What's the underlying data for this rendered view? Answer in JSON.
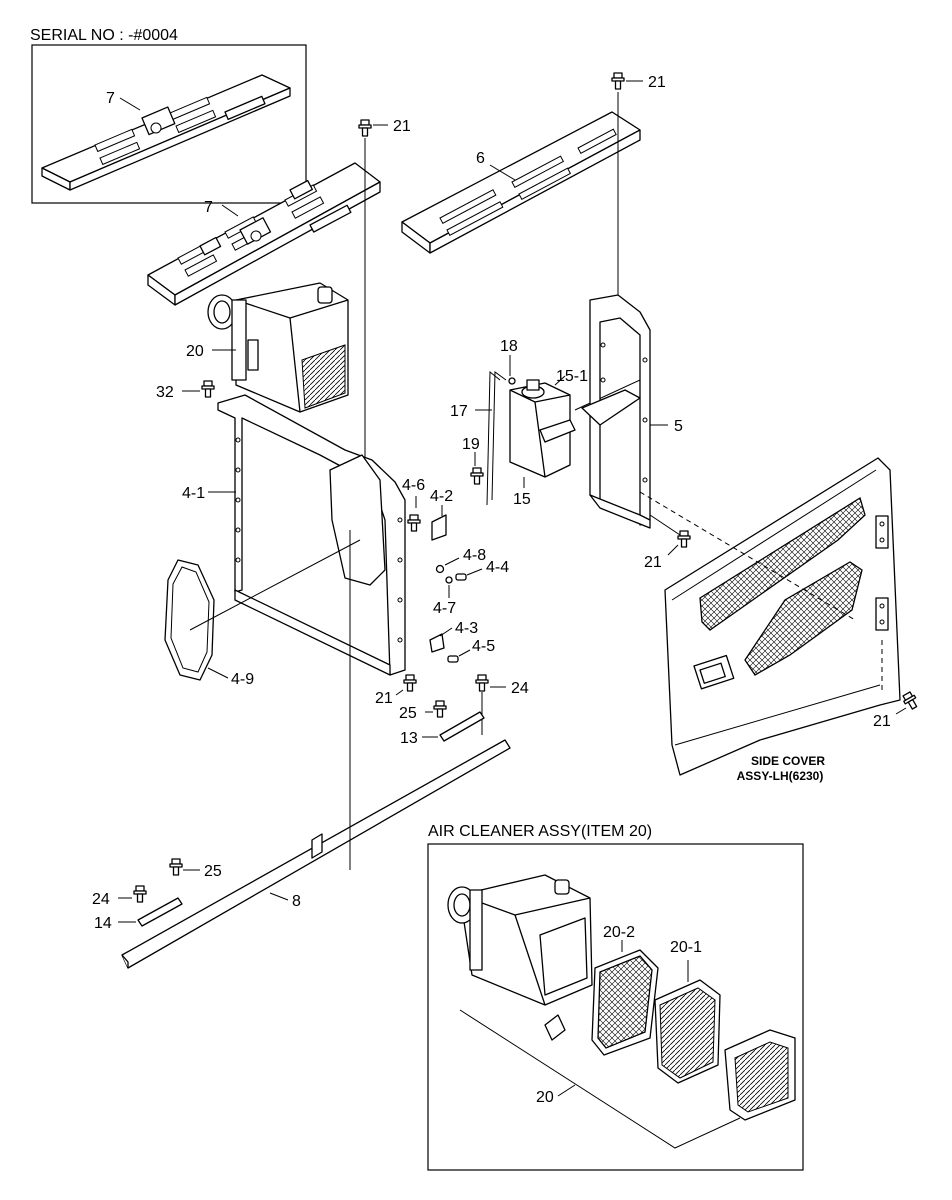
{
  "serial_note": "SERIAL NO : -#0004",
  "inset_title": "AIR CLEANER ASSY(ITEM 20)",
  "side_cover_caption": [
    "SIDE COVER",
    "ASSY-LH(6230)"
  ],
  "callouts": {
    "c7_inset": "7",
    "c7_main": "7",
    "c6": "6",
    "c21_a": "21",
    "c21_b": "21",
    "c21_c": "21",
    "c21_d": "21",
    "c21_e": "21",
    "c20": "20",
    "c32": "32",
    "c18": "18",
    "c15_1": "15-1",
    "c17": "17",
    "c5": "5",
    "c19": "19",
    "c15": "15",
    "c4_1": "4-1",
    "c4_6": "4-6",
    "c4_2": "4-2",
    "c4_8": "4-8",
    "c4_4": "4-4",
    "c4_7": "4-7",
    "c4_3": "4-3",
    "c4_5": "4-5",
    "c4_9": "4-9",
    "c24_a": "24",
    "c25_a": "25",
    "c13": "13",
    "c8": "8",
    "c25_b": "25",
    "c24_b": "24",
    "c14": "14",
    "c20_2": "20-2",
    "c20_1": "20-1",
    "c20_inset": "20"
  }
}
